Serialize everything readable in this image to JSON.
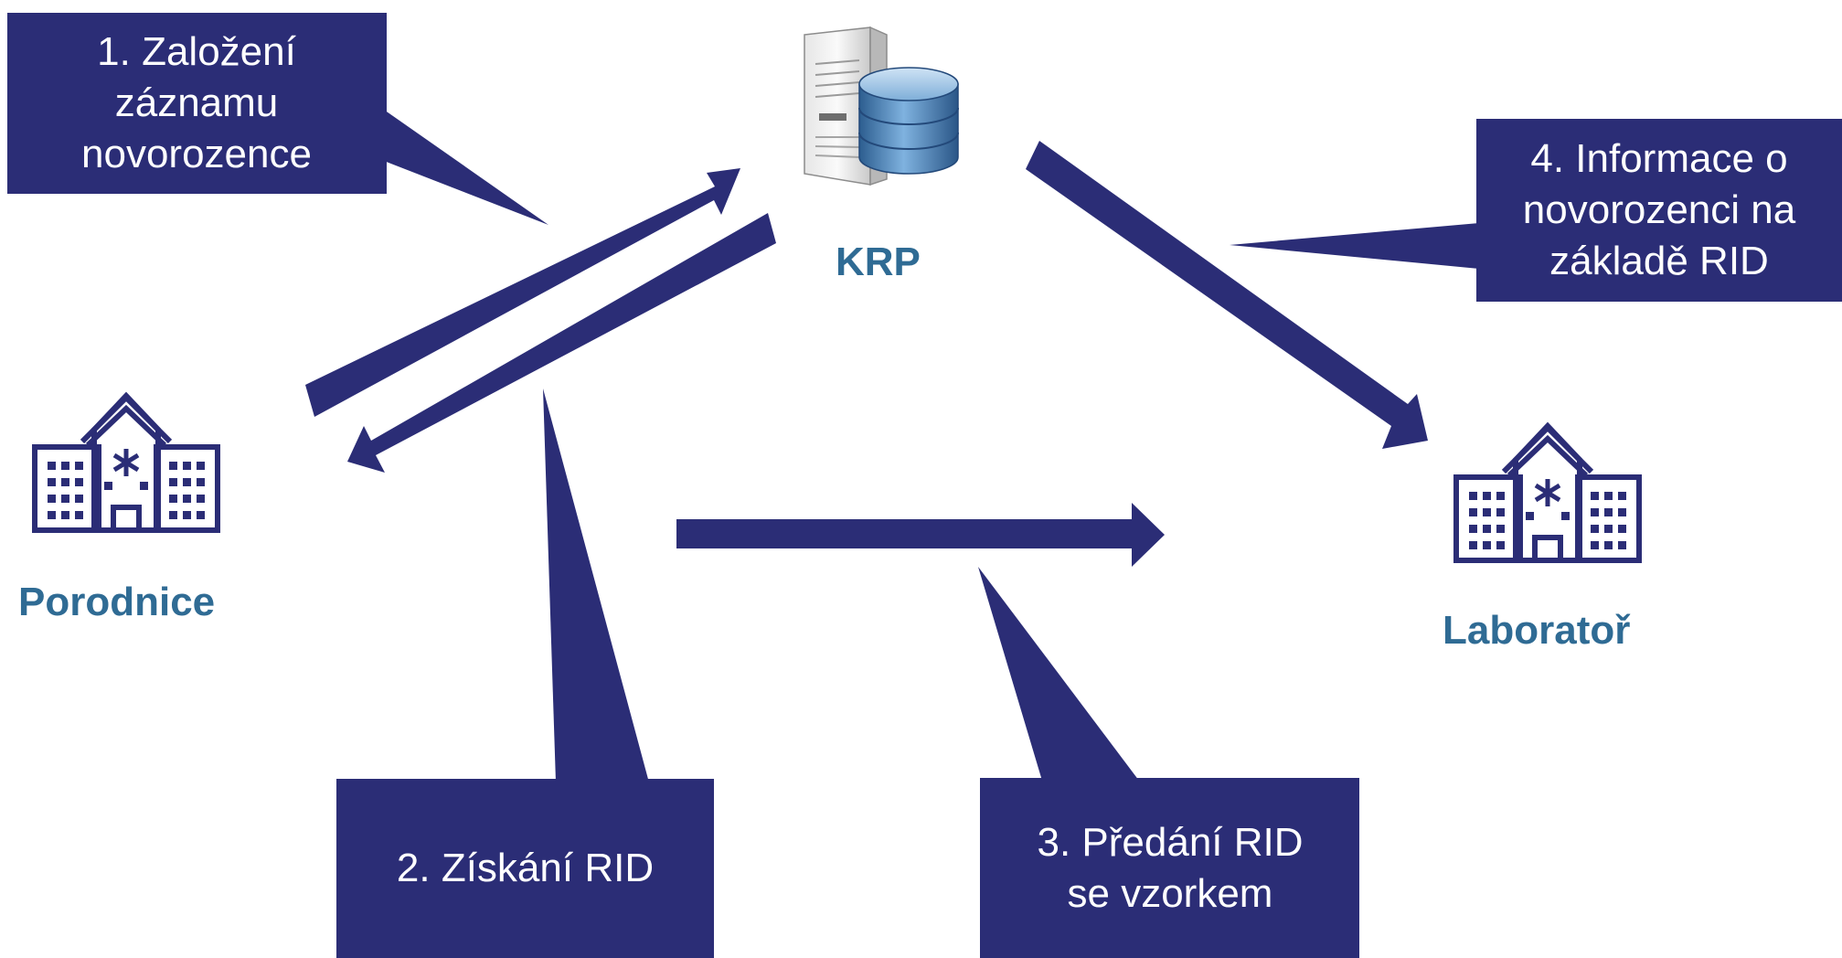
{
  "colors": {
    "primary": "#2b2d76",
    "label": "#2f6b94",
    "background": "#ffffff"
  },
  "nodes": {
    "server": {
      "label": "KRP",
      "icon": "server-database-icon"
    },
    "maternity": {
      "label": "Porodnice",
      "icon": "hospital-icon"
    },
    "laboratory": {
      "label": "Laboratoř",
      "icon": "hospital-icon"
    }
  },
  "steps": [
    {
      "text": "1. Založení záznamu novorozence"
    },
    {
      "text": "2. Získání RID"
    },
    {
      "text": "3. Předání RID se vzorkem"
    },
    {
      "text": "4. Informace o novorozenci na základě RID"
    }
  ]
}
